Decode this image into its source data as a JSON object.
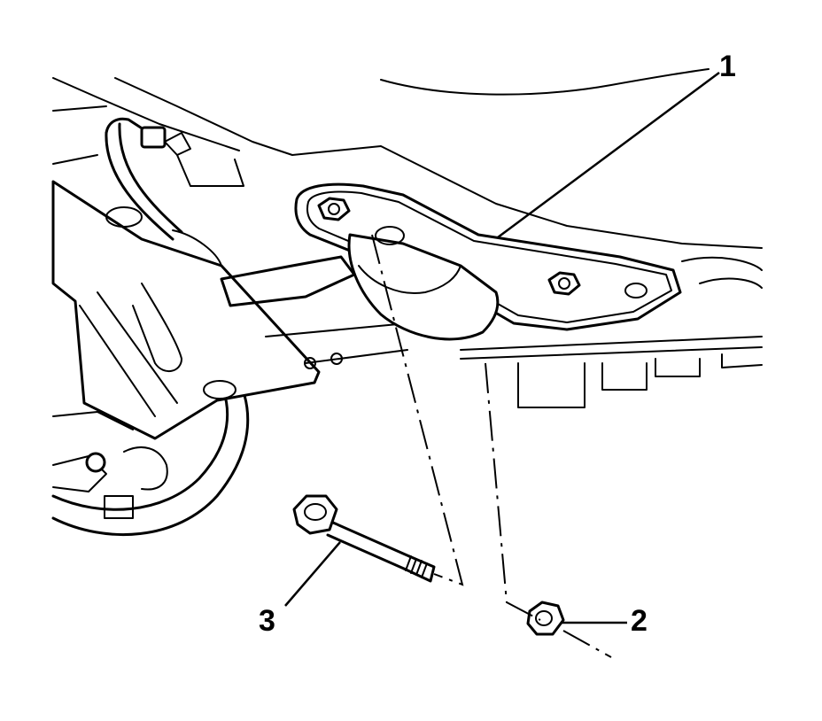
{
  "diagram": {
    "callouts": [
      {
        "id": "1",
        "label": "1",
        "part": "bracket"
      },
      {
        "id": "2",
        "label": "2",
        "part": "nut"
      },
      {
        "id": "3",
        "label": "3",
        "part": "bolt"
      }
    ],
    "colors": {
      "ink": "#000000",
      "background": "#ffffff"
    }
  }
}
